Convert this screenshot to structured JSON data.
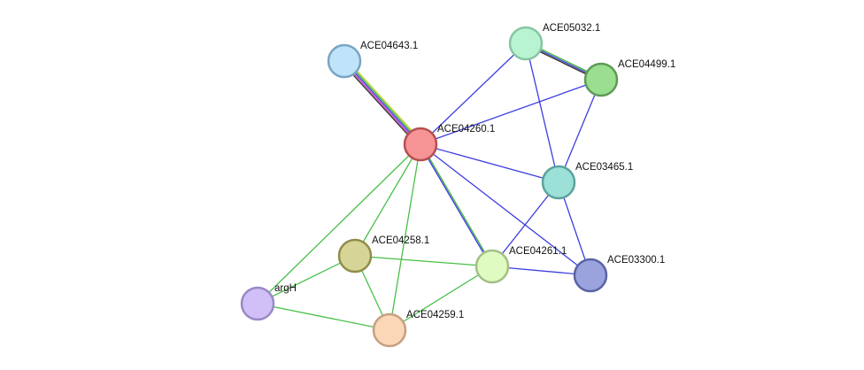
{
  "nodes": [
    {
      "id": "ACE04643.1",
      "label": "ACE04643.1",
      "fill": "#bfe3f8",
      "stroke": "#7aa5c3"
    },
    {
      "id": "ACE05032.1",
      "label": "ACE05032.1",
      "fill": "#b8f3d2",
      "stroke": "#86c6a3"
    },
    {
      "id": "ACE04499.1",
      "label": "ACE04499.1",
      "fill": "#9ade90",
      "stroke": "#5f9a55"
    },
    {
      "id": "ACE04260.1",
      "label": "ACE04260.1",
      "fill": "#f69394",
      "stroke": "#b54f50"
    },
    {
      "id": "ACE03465.1",
      "label": "ACE03465.1",
      "fill": "#9ce0d8",
      "stroke": "#5ba39c"
    },
    {
      "id": "ACE04258.1",
      "label": "ACE04258.1",
      "fill": "#d6d597",
      "stroke": "#8f8d4a"
    },
    {
      "id": "ACE04261.1",
      "label": "ACE04261.1",
      "fill": "#e0fbc2",
      "stroke": "#a3bf86"
    },
    {
      "id": "ACE03300.1",
      "label": "ACE03300.1",
      "fill": "#9aa3de",
      "stroke": "#5a63a3"
    },
    {
      "id": "argH",
      "label": "argH",
      "fill": "#d1bff8",
      "stroke": "#9a88c7"
    },
    {
      "id": "ACE04259.1",
      "label": "ACE04259.1",
      "fill": "#fbd7b7",
      "stroke": "#c6a080"
    }
  ],
  "edges": [
    {
      "source": "ACE04643.1",
      "target": "ACE04260.1",
      "colors": [
        "#c5d633",
        "#48b548",
        "#4b4bd9",
        "#d443d4",
        "#333333"
      ]
    },
    {
      "source": "ACE05032.1",
      "target": "ACE04499.1",
      "colors": [
        "#48b548",
        "#4b4bd9",
        "#333333"
      ]
    },
    {
      "source": "ACE05032.1",
      "target": "ACE04260.1",
      "colors": [
        "#3d3de0"
      ]
    },
    {
      "source": "ACE05032.1",
      "target": "ACE03465.1",
      "colors": [
        "#3d3de0"
      ]
    },
    {
      "source": "ACE04499.1",
      "target": "ACE04260.1",
      "colors": [
        "#3d3de0"
      ]
    },
    {
      "source": "ACE04499.1",
      "target": "ACE03465.1",
      "colors": [
        "#3d3de0"
      ]
    },
    {
      "source": "ACE04260.1",
      "target": "ACE03465.1",
      "colors": [
        "#3d3de0"
      ]
    },
    {
      "source": "ACE04260.1",
      "target": "ACE03300.1",
      "colors": [
        "#3d3de0"
      ]
    },
    {
      "source": "ACE04260.1",
      "target": "ACE04261.1",
      "colors": [
        "#48b548",
        "#3d3de0"
      ]
    },
    {
      "source": "ACE04260.1",
      "target": "ACE04258.1",
      "colors": [
        "#48c048"
      ]
    },
    {
      "source": "ACE04260.1",
      "target": "argH",
      "colors": [
        "#48c048"
      ]
    },
    {
      "source": "ACE04260.1",
      "target": "ACE04259.1",
      "colors": [
        "#48c048"
      ]
    },
    {
      "source": "ACE03465.1",
      "target": "ACE04261.1",
      "colors": [
        "#3d3de0"
      ]
    },
    {
      "source": "ACE03465.1",
      "target": "ACE03300.1",
      "colors": [
        "#3d3de0"
      ]
    },
    {
      "source": "ACE04261.1",
      "target": "ACE03300.1",
      "colors": [
        "#3d3de0"
      ]
    },
    {
      "source": "ACE04258.1",
      "target": "ACE04261.1",
      "colors": [
        "#48c048"
      ]
    },
    {
      "source": "ACE04258.1",
      "target": "argH",
      "colors": [
        "#48c048"
      ]
    },
    {
      "source": "ACE04258.1",
      "target": "ACE04259.1",
      "colors": [
        "#48c048"
      ]
    },
    {
      "source": "argH",
      "target": "ACE04259.1",
      "colors": [
        "#48c048"
      ]
    },
    {
      "source": "ACE04259.1",
      "target": "ACE04261.1",
      "colors": [
        "#48c048"
      ]
    }
  ]
}
